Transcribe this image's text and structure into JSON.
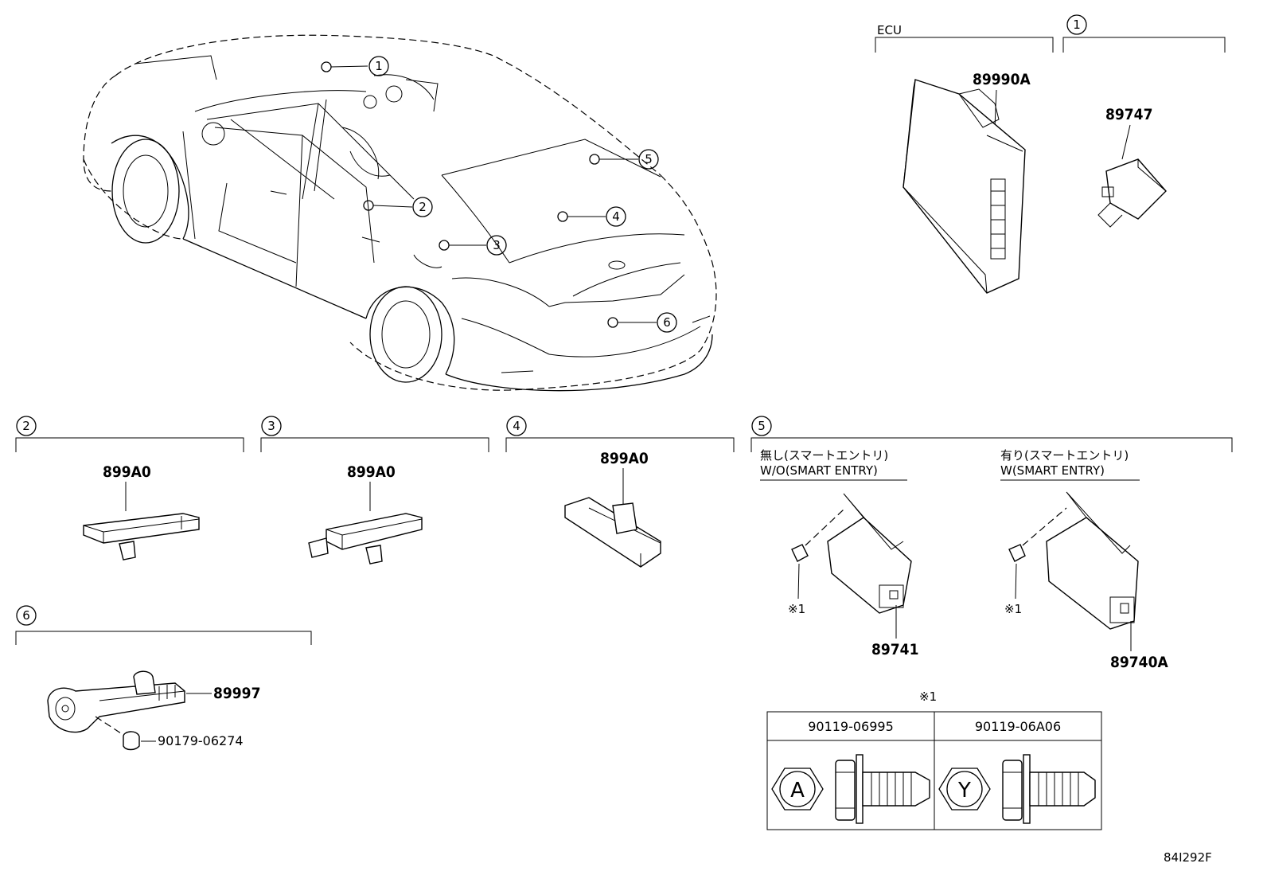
{
  "main_car": {
    "callouts": [
      "1",
      "2",
      "3",
      "4",
      "5",
      "6"
    ]
  },
  "ecu_section": {
    "label": "ECU",
    "part": "89990A"
  },
  "section_1": {
    "marker": "1",
    "part": "89747"
  },
  "section_2": {
    "marker": "2",
    "part": "899A0"
  },
  "section_3": {
    "marker": "3",
    "part": "899A0"
  },
  "section_4": {
    "marker": "4",
    "part": "899A0"
  },
  "section_5": {
    "marker": "5",
    "left_jp": "無し(スマートエントリ)",
    "left_en": "W/O(SMART ENTRY)",
    "left_part": "89741",
    "left_note": "※1",
    "right_jp": "有り(スマートエントリ)",
    "right_en": "W(SMART ENTRY)",
    "right_part": "89740A",
    "right_note": "※1"
  },
  "section_6": {
    "marker": "6",
    "part_a": "89997",
    "part_b": "90179-06274"
  },
  "bolt_table": {
    "note": "※1",
    "col1_header": "90119-06995",
    "col1_mark": "A",
    "col2_header": "90119-06A06",
    "col2_mark": "Y"
  },
  "diagram_code": "84I292F"
}
